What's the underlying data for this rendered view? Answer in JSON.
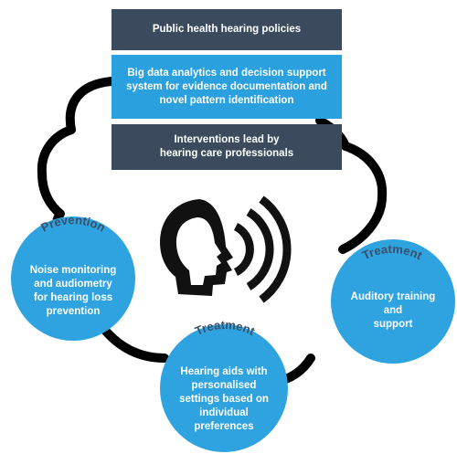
{
  "banners": [
    {
      "text": "Public health hearing policies"
    },
    {
      "lines": [
        "Big data analytics and decision support",
        "system for evidence documentation and",
        "novel pattern identification"
      ]
    },
    {
      "lines": [
        "Interventions lead by",
        "hearing care professionals"
      ]
    }
  ],
  "circles": {
    "prevention": {
      "title": "Prevention",
      "lines": [
        "Noise monitoring",
        "and audiometry",
        "for hearing loss",
        "prevention"
      ]
    },
    "treatment_bottom": {
      "title": "Treatment",
      "lines": [
        "Hearing aids with",
        "personalised",
        "settings based on",
        "individual",
        "preferences"
      ]
    },
    "treatment_right": {
      "title": "Treatment",
      "lines": [
        "Auditory training",
        "and",
        "support"
      ]
    }
  },
  "colors": {
    "dark_banner": "#3c4a5e",
    "light_banner": "#2aa0de",
    "circle_fill": "#2ea3df",
    "circle_title": "#3a4f6a",
    "cloud_outline": "#000000"
  },
  "icons": {
    "center": "head-with-sound-waves-icon"
  }
}
